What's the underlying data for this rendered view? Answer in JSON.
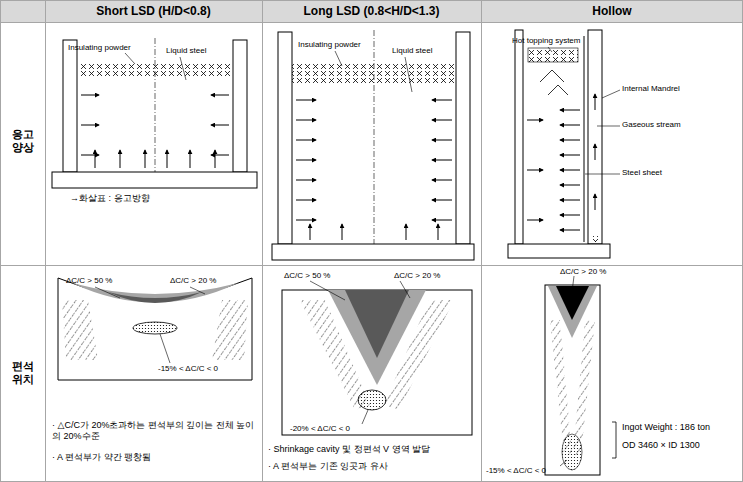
{
  "diagram": {
    "labels": [
      "Short LSD (H/D<0.8)",
      "Long LSD (0.8<H/D<1.3)",
      "Hollow",
      "응고 양상",
      "Insulating powder",
      "Liquid steel",
      "→화살표 : 응고방향",
      "Insulating powder",
      "Liquid steel",
      "Hot topping system",
      "Internal Mandrel",
      "Gaseous stream",
      "Steel sheet",
      "편석 위치",
      "ΔC/C > 50 %",
      "ΔC/C > 20 %",
      "-15% < ΔC/C < 0",
      "· △C/C가 20%초과하는 편석부의 깊이는 전체 높이의 20%수준",
      "· A 편석부가 약간 팽창됨",
      "ΔC/C > 50 %",
      "ΔC/C > 20 %",
      "-20% < ΔC/C < 0",
      "· Shrinkage cavity 및 정편석 V 영역 발달",
      "· A 편석부는 기존 잉곳과 유사",
      "ΔC/C > 20 %",
      "-15% < ΔC/C < 0",
      "Ingot Weight : 186 ton",
      "OD 3460 × ID 1300"
    ]
  }
}
